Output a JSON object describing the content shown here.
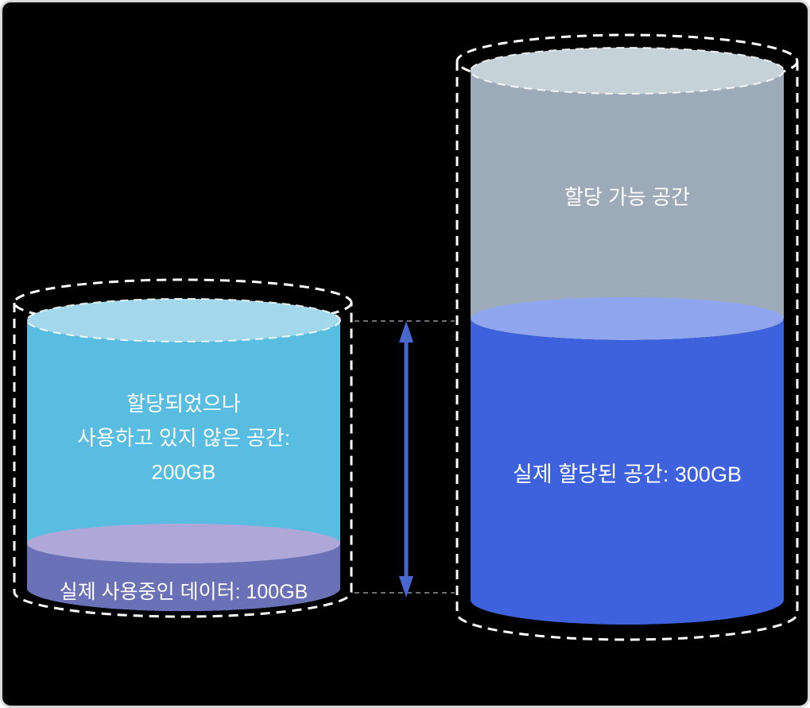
{
  "diagram": {
    "background_color": "#000000",
    "frame_border_color": "#d9d9d9",
    "guide_line_color": "#8f949c",
    "arrow_color": "#4767cf",
    "outline_color": "#ffffff"
  },
  "left_cylinder": {
    "body_color": "#58bde0",
    "top_face_color": "#a3d8ec",
    "used_band_color": "#6a71b6",
    "used_rim_color": "#b0a7d9",
    "unused_label": {
      "line1": "할당되었으나",
      "line2": "사용하고 있지 않은 공간:",
      "line3": "200GB"
    },
    "used_label": "실제 사용중인 데이터: 100GB"
  },
  "right_cylinder": {
    "available_body_color": "#9dabb8",
    "available_top_color": "#c6d2da",
    "available_label": "할당 가능 공간",
    "allocated_body_color": "#3e62de",
    "allocated_rim_color": "#8fa6ee",
    "allocated_label": "실제 할당된 공간: 300GB"
  }
}
